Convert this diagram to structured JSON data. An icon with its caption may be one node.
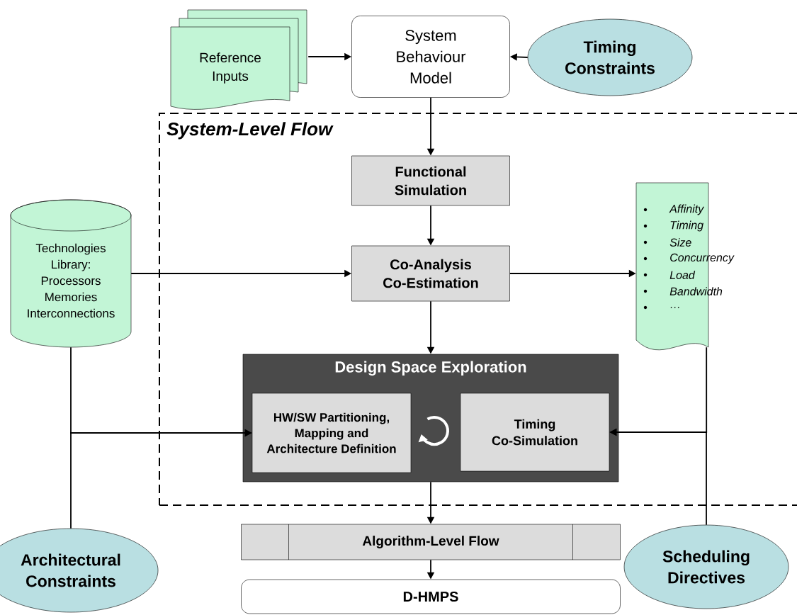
{
  "diagram": {
    "nodes": [
      {
        "text": [
          "Reference Inputs"
        ]
      },
      {
        "text": [
          "System Behaviour Model"
        ]
      },
      {
        "text": [
          "Timing Constraints"
        ]
      },
      {
        "text": [
          "System-Level Flow"
        ]
      },
      {
        "text": [
          "Functional Simulation"
        ],
        "in": 3
      },
      {
        "text": [
          "Co-Analysis Co-Estimation"
        ],
        "in": 3
      },
      {
        "text": [
          "Technologies Library: Processors Memories Interconnections"
        ]
      },
      {
        "text": [
          "Affinity",
          "Timing",
          "Size",
          "Concurrency",
          "Load",
          "Bandwidth",
          "…"
        ],
        "in": 3
      },
      {
        "text": [
          "Design Space Exploration"
        ],
        "in": 3
      },
      {
        "text": [
          "HW/SW Partitioning, Mapping and Architecture Definition"
        ],
        "in": 8
      },
      {
        "text": [
          "Timing Co-Simulation"
        ],
        "in": 8
      },
      {
        "text": [
          "Algorithm-Level Flow"
        ]
      },
      {
        "text": [
          "D-HMPS"
        ]
      },
      {
        "text": [
          "Architectural Constraints"
        ]
      },
      {
        "text": [
          "Scheduling Directives"
        ]
      }
    ],
    "edges": [
      {
        "from": 0,
        "to": 1,
        "arrow": "to"
      },
      {
        "from": 2,
        "to": 1,
        "arrow": "to"
      },
      {
        "from": 1,
        "to": 4,
        "arrow": "to"
      },
      {
        "from": 4,
        "to": 5,
        "arrow": "to"
      },
      {
        "from": 6,
        "to": 5,
        "arrow": "to"
      },
      {
        "from": 5,
        "to": 7,
        "arrow": "to"
      },
      {
        "from": 5,
        "to": 8,
        "arrow": "to"
      },
      {
        "from": 6,
        "to": 9,
        "arrow": "to"
      },
      {
        "from": 13,
        "to": 9,
        "arrow": "to"
      },
      {
        "from": 7,
        "to": 10,
        "arrow": "to"
      },
      {
        "from": 14,
        "to": 10,
        "arrow": "to"
      },
      {
        "from": 8,
        "to": 11,
        "arrow": "to"
      },
      {
        "from": 11,
        "to": 12,
        "arrow": "to"
      }
    ]
  }
}
